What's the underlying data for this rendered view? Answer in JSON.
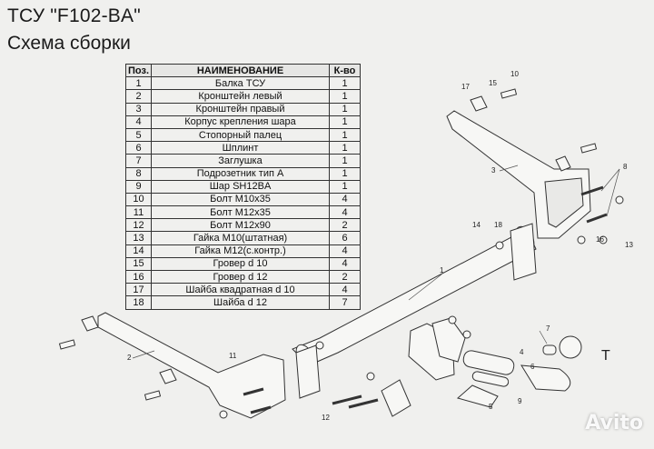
{
  "header": {
    "title": "ТСУ  \"F102-BA\"",
    "subtitle": "Схема сборки"
  },
  "table": {
    "headers": [
      "Поз.",
      "НАИМЕНОВАНИЕ",
      "К-во"
    ],
    "rows": [
      [
        "1",
        "Балка ТСУ",
        "1"
      ],
      [
        "2",
        "Кронштейн левый",
        "1"
      ],
      [
        "3",
        "Кронштейн правый",
        "1"
      ],
      [
        "4",
        "Корпус крепления шара",
        "1"
      ],
      [
        "5",
        "Стопорный палец",
        "1"
      ],
      [
        "6",
        "Шплинт",
        "1"
      ],
      [
        "7",
        "Заглушка",
        "1"
      ],
      [
        "8",
        "Подрозетник тип А",
        "1"
      ],
      [
        "9",
        "Шар SH12BA",
        "1"
      ],
      [
        "10",
        "Болт М10x35",
        "4"
      ],
      [
        "11",
        "Болт М12x35",
        "4"
      ],
      [
        "12",
        "Болт М12x90",
        "2"
      ],
      [
        "13",
        "Гайка М10(штатная)",
        "6"
      ],
      [
        "14",
        "Гайка М12(с.контр.)",
        "4"
      ],
      [
        "15",
        "Гровер d 10",
        "4"
      ],
      [
        "16",
        "Гровер d 12",
        "2"
      ],
      [
        "17",
        "Шайба квадратная d 10",
        "4"
      ],
      [
        "18",
        "Шайба d 12",
        "7"
      ]
    ]
  },
  "diagram_labels": {
    "l1": "1",
    "l2": "2",
    "l3": "3",
    "l4": "4",
    "l5": "5",
    "l6": "6",
    "l7": "7",
    "l8": "8",
    "l9": "9",
    "l10": "10",
    "l11": "11",
    "l12": "12",
    "l13": "13",
    "l14": "14",
    "l15": "15",
    "l16": "16",
    "l17": "17",
    "l18": "18",
    "t": "T"
  },
  "watermark": "Avito"
}
